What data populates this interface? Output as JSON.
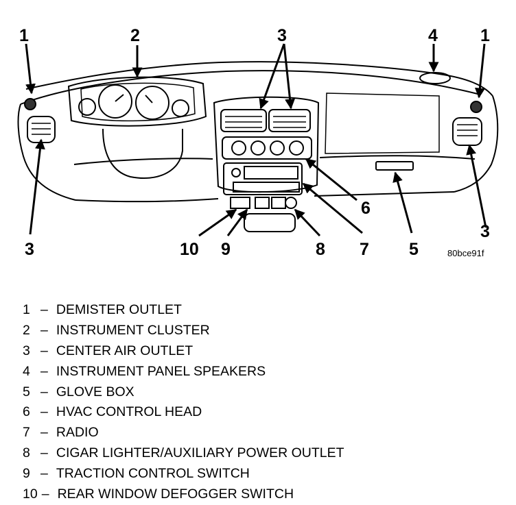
{
  "figure_id": "80bce91f",
  "callouts": [
    {
      "id": "c1-left",
      "label": "1"
    },
    {
      "id": "c2",
      "label": "2"
    },
    {
      "id": "c3-top",
      "label": "3"
    },
    {
      "id": "c4",
      "label": "4"
    },
    {
      "id": "c1-right",
      "label": "1"
    },
    {
      "id": "c3-left",
      "label": "3"
    },
    {
      "id": "c10",
      "label": "10"
    },
    {
      "id": "c9",
      "label": "9"
    },
    {
      "id": "c8",
      "label": "8"
    },
    {
      "id": "c7",
      "label": "7"
    },
    {
      "id": "c6",
      "label": "6"
    },
    {
      "id": "c5",
      "label": "5"
    },
    {
      "id": "c3-right",
      "label": "3"
    }
  ],
  "legend": [
    {
      "num": "1",
      "dash": "–",
      "text": "DEMISTER OUTLET"
    },
    {
      "num": "2",
      "dash": "–",
      "text": "INSTRUMENT CLUSTER"
    },
    {
      "num": "3",
      "dash": "–",
      "text": "CENTER AIR OUTLET"
    },
    {
      "num": "4",
      "dash": "–",
      "text": "INSTRUMENT PANEL SPEAKERS"
    },
    {
      "num": "5",
      "dash": "–",
      "text": "GLOVE BOX"
    },
    {
      "num": "6",
      "dash": "–",
      "text": "HVAC CONTROL HEAD"
    },
    {
      "num": "7",
      "dash": "–",
      "text": "RADIO"
    },
    {
      "num": "8",
      "dash": "–",
      "text": "CIGAR LIGHTER/AUXILIARY POWER OUTLET"
    },
    {
      "num": "9",
      "dash": "–",
      "text": "TRACTION CONTROL SWITCH"
    },
    {
      "num": "10",
      "dash": "–",
      "text": "REAR WINDOW DEFOGGER SWITCH"
    }
  ]
}
